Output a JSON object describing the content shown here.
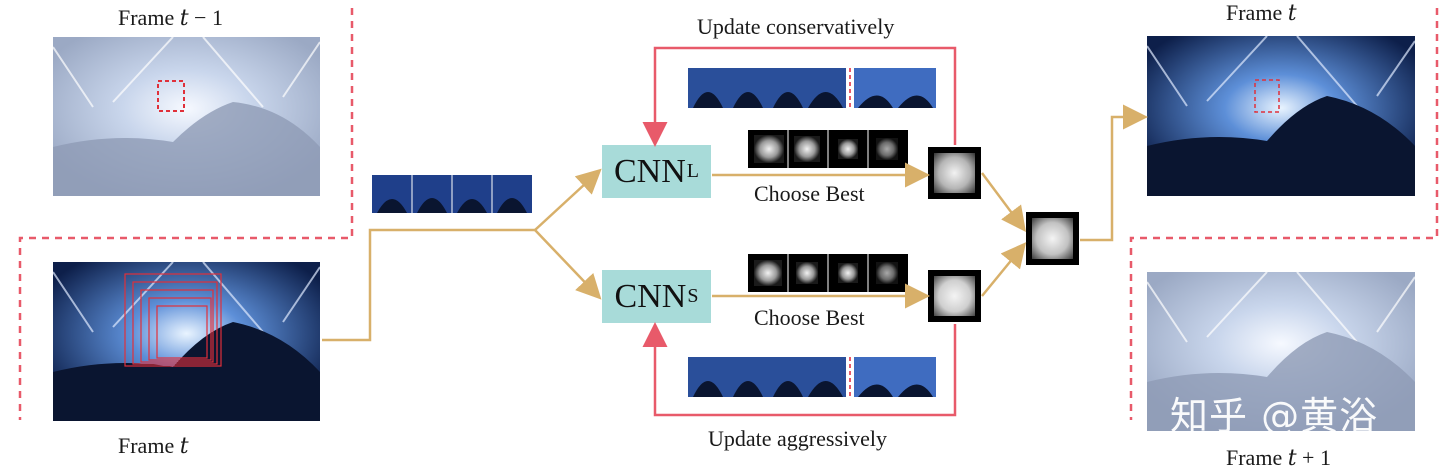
{
  "frames": {
    "prev_label": "Frame 𝑡 − 1",
    "current_label": "Frame 𝑡",
    "output_label": "Frame 𝑡",
    "next_label": "Frame 𝑡 + 1"
  },
  "cnn_l": {
    "name": "CNN",
    "sub": "L"
  },
  "cnn_s": {
    "name": "CNN",
    "sub": "S"
  },
  "choose_best_top": "Choose Best",
  "choose_best_bottom": "Choose Best",
  "update_conservative": "Update conservatively",
  "update_aggressive": "Update aggressively",
  "watermark": "知乎 @黄浴",
  "colors": {
    "arrow_gold": "#d8b06a",
    "update_red": "#e85a6a",
    "dashed_red": "#e85a6a",
    "cnn_box": "#a8dbd9"
  }
}
